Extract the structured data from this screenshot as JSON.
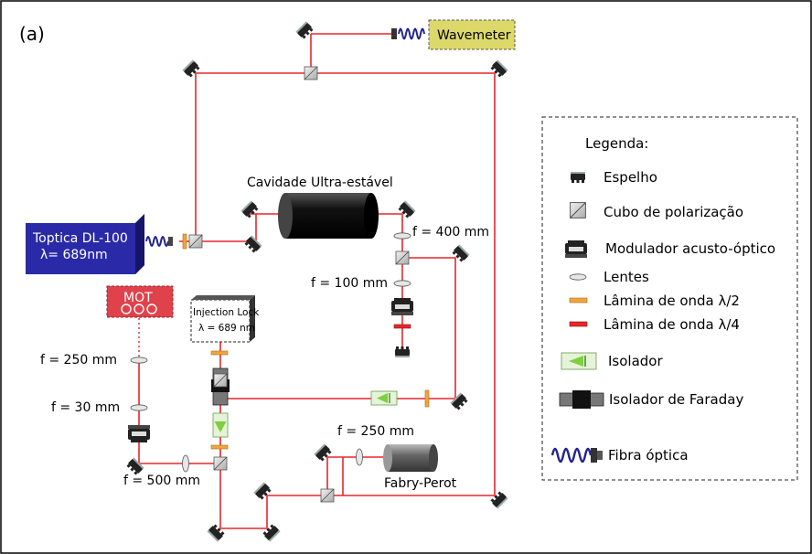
{
  "panel_label": "(a)",
  "colors": {
    "beam": "#e8262b",
    "laser_box": "#2a2aa8",
    "wavemeter_box": "#ddd86a",
    "mot_box": "#e0424b",
    "isolator": "#7fcf3f",
    "half_wave_plate": "#f0a53c",
    "quarter_wave_plate": "#e8262b",
    "fiber": "#23238f"
  },
  "components": {
    "laser_line1": "Toptica DL-100",
    "laser_line2": "λ= 689nm",
    "wavemeter": "Wavemeter",
    "cavity": "Cavidade Ultra-estável",
    "injection_line1": "Injection Lock",
    "injection_line2": "λ = 689 nm",
    "mot": "MOT",
    "fabry_perot": "Fabry-Perot"
  },
  "focal_lengths": {
    "f400": "f = 400 mm",
    "f100": "f = 100 mm",
    "f250_left": "f = 250 mm",
    "f30": "f = 30 mm",
    "f500": "f = 500 mm",
    "f250_fp": "f = 250 mm"
  },
  "legend": {
    "title": "Legenda:",
    "items": [
      {
        "label": "Espelho",
        "icon": "mirror-icon"
      },
      {
        "label": "Cubo de polarização",
        "icon": "polarizing-cube-icon"
      },
      {
        "label": "Modulador acusto-óptico",
        "icon": "aom-icon"
      },
      {
        "label": "Lentes",
        "icon": "lens-icon"
      },
      {
        "label": "Lâmina de onda λ/2",
        "icon": "half-wave-plate-icon"
      },
      {
        "label": "Lâmina de onda λ/4",
        "icon": "quarter-wave-plate-icon"
      },
      {
        "label": "Isolador",
        "icon": "isolator-icon"
      },
      {
        "label": "Isolador de Faraday",
        "icon": "faraday-isolator-icon"
      },
      {
        "label": "Fibra óptica",
        "icon": "optical-fiber-icon"
      }
    ]
  }
}
